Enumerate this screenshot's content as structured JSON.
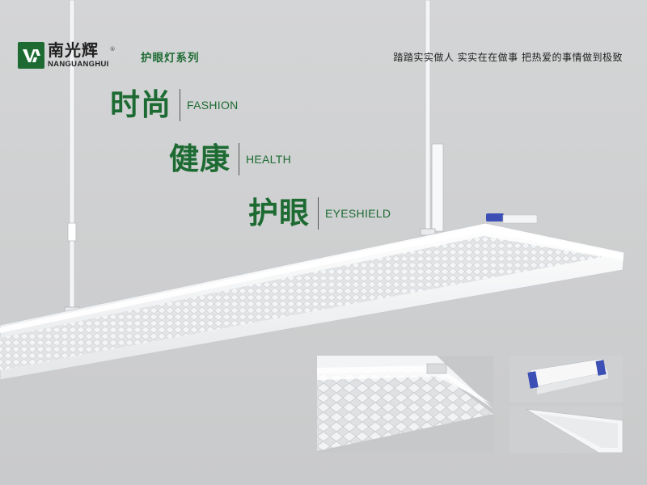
{
  "brand": {
    "name_cn": "南光辉",
    "name_en": "NANGUANGHUI",
    "registered_mark": "®",
    "logo_icon": "ny-monogram-icon",
    "brand_color": "#1d6b33"
  },
  "header": {
    "series_title": "护眼灯系列",
    "slogan": "踏踏实实做人  实实在在做事 把热爱的事情做到极致"
  },
  "features": [
    {
      "cn": "时尚",
      "en": "FASHION"
    },
    {
      "cn": "健康",
      "en": "HEALTH"
    },
    {
      "cn": "护眼",
      "en": "EYESHIELD"
    }
  ],
  "images": {
    "main": "suspended-linear-eye-protection-lamp",
    "details": [
      "lamp-diffuser-closeup",
      "led-driver-box",
      "lamp-panel-underside"
    ]
  }
}
